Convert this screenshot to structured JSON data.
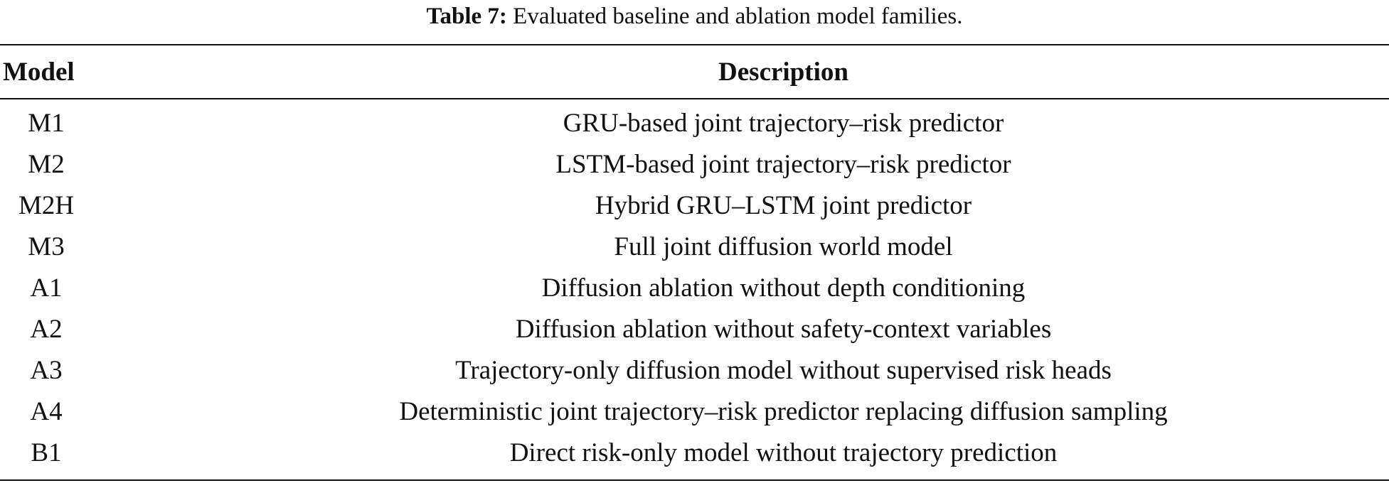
{
  "caption": {
    "label": "Table 7:",
    "text": "Evaluated baseline and ablation model families."
  },
  "table": {
    "headers": {
      "model": "Model",
      "description": "Description"
    },
    "rows": [
      {
        "model": "M1",
        "description": "GRU-based joint trajectory–risk predictor"
      },
      {
        "model": "M2",
        "description": "LSTM-based joint trajectory–risk predictor"
      },
      {
        "model": "M2H",
        "description": "Hybrid GRU–LSTM joint predictor"
      },
      {
        "model": "M3",
        "description": "Full joint diffusion world model"
      },
      {
        "model": "A1",
        "description": "Diffusion ablation without depth conditioning"
      },
      {
        "model": "A2",
        "description": "Diffusion ablation without safety-context variables"
      },
      {
        "model": "A3",
        "description": "Trajectory-only diffusion model without supervised risk heads"
      },
      {
        "model": "A4",
        "description": "Deterministic joint trajectory–risk predictor replacing diffusion sampling"
      },
      {
        "model": "B1",
        "description": "Direct risk-only model without trajectory prediction"
      }
    ]
  }
}
